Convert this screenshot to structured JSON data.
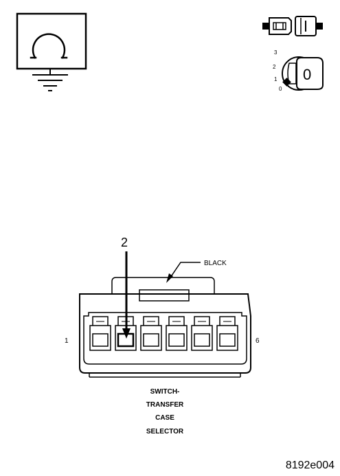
{
  "ignition": {
    "positions": [
      "3",
      "2",
      "1",
      "0"
    ],
    "key_label": "0"
  },
  "connector": {
    "callout_pin": "2",
    "color": "BLACK",
    "pin_left": "1",
    "pin_right": "6",
    "cavity_count": 6,
    "highlighted_cavity": 2
  },
  "title_lines": [
    "SWITCH-",
    "TRANSFER",
    "CASE",
    "SELECTOR"
  ],
  "figure_id": "8192e004",
  "colors": {
    "ink": "#000000",
    "background": "#ffffff"
  },
  "icons": [
    "ohmmeter-icon",
    "ground-icon",
    "disconnect-connector-icon",
    "ignition-key-off-icon"
  ]
}
